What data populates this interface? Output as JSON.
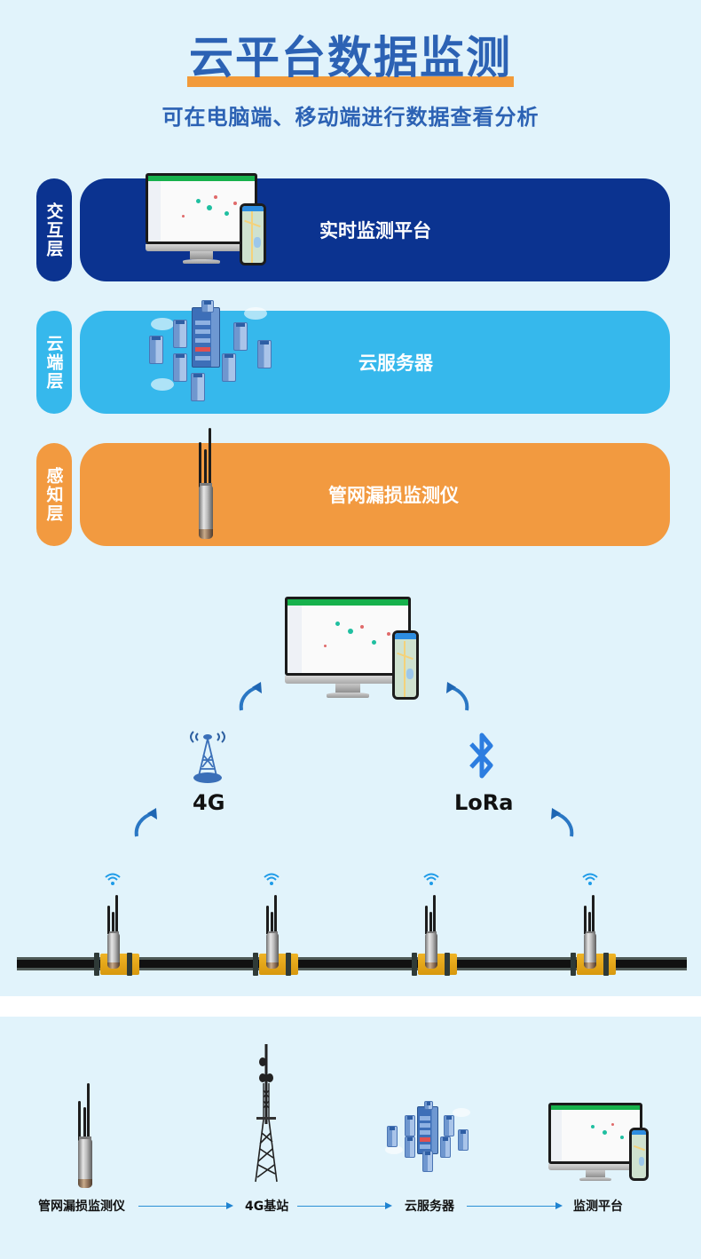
{
  "header": {
    "title": "云平台数据监测",
    "subtitle": "可在电脑端、移动端进行数据查看分析"
  },
  "colors": {
    "background": "#e1f3fb",
    "title_blue": "#2c62b4",
    "title_underline": "#f29a3a",
    "interaction_layer": "#0b3390",
    "cloud_layer": "#36b8ec",
    "sensing_layer": "#f29a40",
    "flow_arrow": "#2a8fd6"
  },
  "layers": [
    {
      "tag": "交互层",
      "label": "实时监测平台",
      "illustration": "monitor-phone-icon"
    },
    {
      "tag": "云端层",
      "label": "云服务器",
      "illustration": "server-cluster-icon"
    },
    {
      "tag": "感知层",
      "label": "管网漏损监测仪",
      "illustration": "leak-monitor-device-icon"
    }
  ],
  "network": {
    "left_channel": {
      "label": "4G",
      "icon": "cell-tower-icon"
    },
    "right_channel": {
      "label": "LoRa",
      "icon": "bluetooth-icon"
    },
    "nodes": [
      {
        "icon": "wifi-icon"
      },
      {
        "icon": "wifi-icon"
      },
      {
        "icon": "wifi-icon"
      },
      {
        "icon": "wifi-icon"
      }
    ]
  },
  "flow": {
    "steps": [
      {
        "label": "管网漏损监测仪",
        "icon": "leak-monitor-device-icon"
      },
      {
        "label": "4G基站",
        "icon": "base-station-tower-icon"
      },
      {
        "label": "云服务器",
        "icon": "server-cluster-icon"
      },
      {
        "label": "监测平台",
        "icon": "monitor-phone-icon"
      }
    ]
  }
}
